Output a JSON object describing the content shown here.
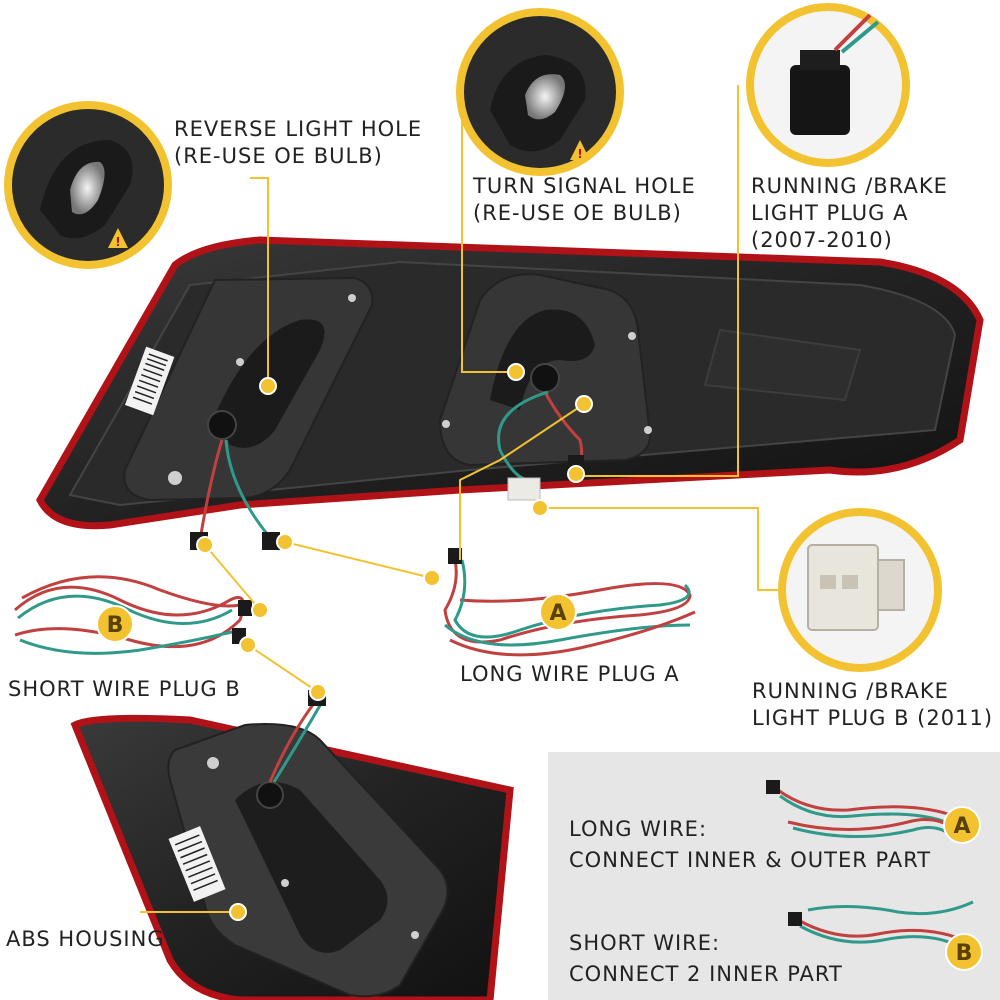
{
  "callouts": {
    "reverse_hole": {
      "line1": "REVERSE LIGHT HOLE",
      "line2": "(RE-USE OE BULB)"
    },
    "turn_hole": {
      "line1": "TURN SIGNAL HOLE",
      "line2": "(RE-USE OE BULB)"
    },
    "plug_a_stock": {
      "line1": "RUNNING /BRAKE",
      "line2": "LIGHT PLUG A",
      "line3": "(2007-2010)"
    },
    "plug_b_stock": {
      "line1": "RUNNING /BRAKE",
      "line2": "LIGHT PLUG B (2011)"
    },
    "short_wire": "SHORT WIRE PLUG B",
    "long_wire": "LONG WIRE PLUG A",
    "housing": "ABS HOUSING"
  },
  "legend": {
    "long": {
      "line1": "LONG WIRE:",
      "line2": "CONNECT INNER & OUTER PART",
      "badge": "A"
    },
    "short": {
      "line1": "SHORT WIRE:",
      "line2": "CONNECT 2 INNER PART",
      "badge": "B"
    }
  },
  "badges": {
    "a": "A",
    "b": "B"
  },
  "colors": {
    "accent": "#f2c230",
    "housing_red": "#b01217",
    "text": "#222222",
    "legend_bg": "#e6e6e6"
  }
}
